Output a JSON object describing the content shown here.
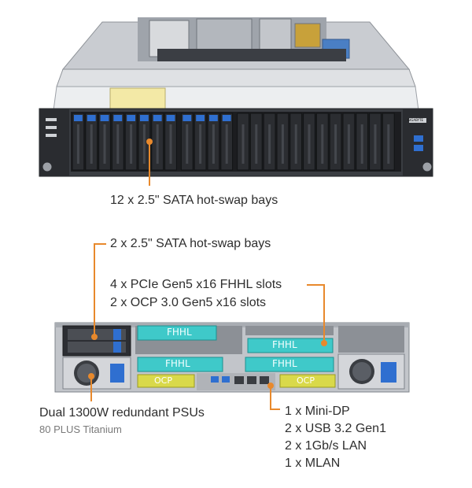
{
  "front": {
    "callout_sata12": "12 x 2.5\" SATA hot-swap bays",
    "brand_badge": "GIGABYTE"
  },
  "rear": {
    "callout_sata2": "2 x 2.5\" SATA hot-swap bays",
    "callout_pcie_1": "4 x PCIe Gen5 x16 FHHL slots",
    "callout_pcie_2": "2 x OCP 3.0 Gen5 x16 slots",
    "callout_psu": "Dual 1300W redundant PSUs",
    "callout_psu_sub": "80 PLUS Titanium",
    "io_items": [
      "1 x Mini-DP",
      "2 x USB 3.2 Gen1",
      "2 x 1Gb/s LAN",
      "1 x MLAN"
    ],
    "slot_label_fhhl": "FHHL",
    "slot_label_ocp": "OCP"
  },
  "colors": {
    "accent_orange": "#e8892c",
    "bay_blue": "#2f6fd0",
    "slot_teal": "#3fc9c9",
    "ocp_yellow": "#d9d94a",
    "chassis_dark": "#2a2c30",
    "chassis_grey": "#b9bcc1"
  }
}
